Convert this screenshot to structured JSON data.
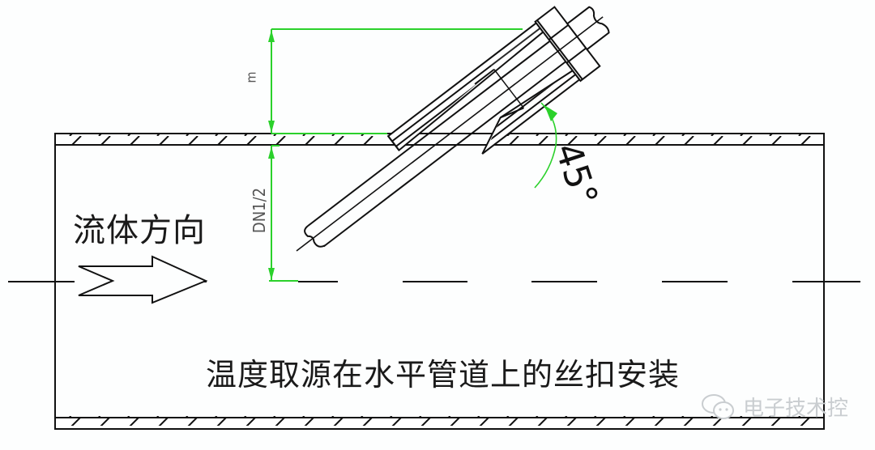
{
  "diagram": {
    "title": "温度取源在水平管道上的丝扣安装",
    "flow_label": "流体方向",
    "dimensions": {
      "insertion_length_label": "m",
      "insertion_depth_label": "DN1/2",
      "angle_label": "45°"
    },
    "components": [
      "pipe-wall-top",
      "pipe-wall-bottom",
      "pipe-centerline",
      "threaded-boss",
      "temperature-probe",
      "flow-arrow"
    ],
    "colors": {
      "line": "#111111",
      "dimension": "#22cc22",
      "background": "#fdfefe",
      "watermark": "#c9cdd0"
    }
  },
  "watermark": {
    "text": "电子技术控",
    "icon": "wechat-icon"
  }
}
